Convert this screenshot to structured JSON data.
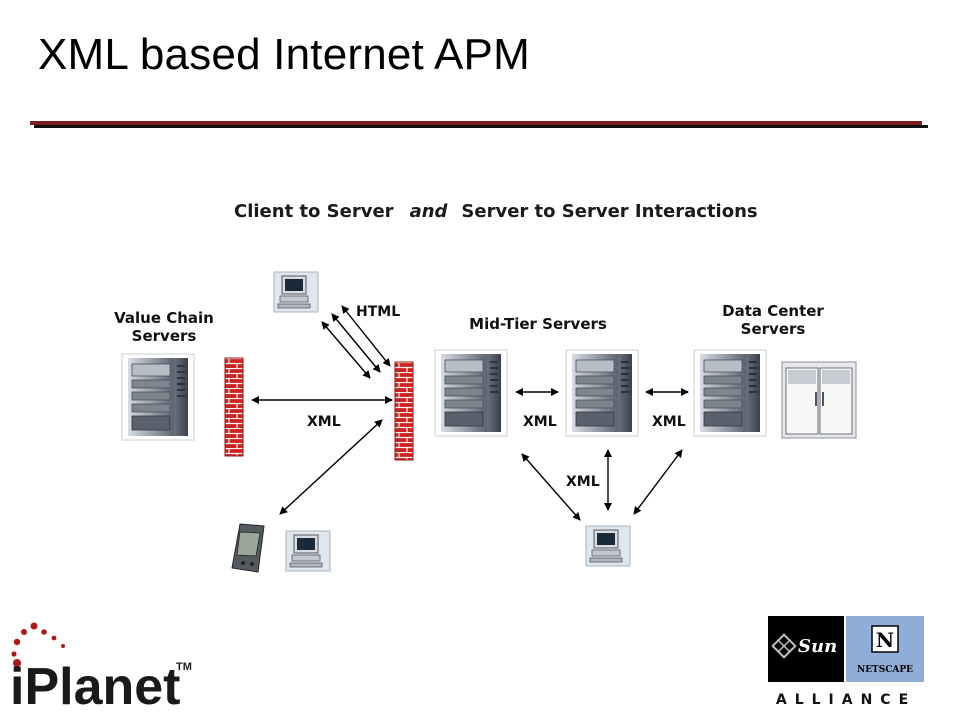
{
  "slide": {
    "title": "XML based Internet APM"
  },
  "diagram": {
    "heading": {
      "part1": "Client to Server",
      "connector": "and",
      "part2": "Server to Server Interactions"
    },
    "groups": {
      "value_chain": [
        "Value Chain",
        "Servers"
      ],
      "mid_tier": "Mid-Tier Servers",
      "data_center": [
        "Data Center",
        "Servers"
      ]
    },
    "connections": {
      "html": "HTML",
      "xml_firewalls": "XML",
      "xml_mid_1": "XML",
      "xml_mid_2": "XML",
      "xml_bottom": "XML"
    },
    "icons": {
      "server": "server-tower-icon",
      "firewall": "brick-firewall-icon",
      "workstation": "desktop-computer-icon",
      "pda": "pda-handheld-icon",
      "storage": "storage-cabinet-icon"
    }
  },
  "footer": {
    "iplanet_logo": "iPlanet",
    "iplanet_tm": "TM",
    "alliance_logo": {
      "sun": "Sun",
      "netscape": "NETSCAPE",
      "alliance": "ALLIANCE"
    }
  },
  "colors": {
    "title_rule": "#7a1e1e",
    "firewall_brick": "#cc2222",
    "logo_red": "#b01818",
    "sun_panel": "#000000",
    "netscape_panel": "#8eaed8"
  }
}
